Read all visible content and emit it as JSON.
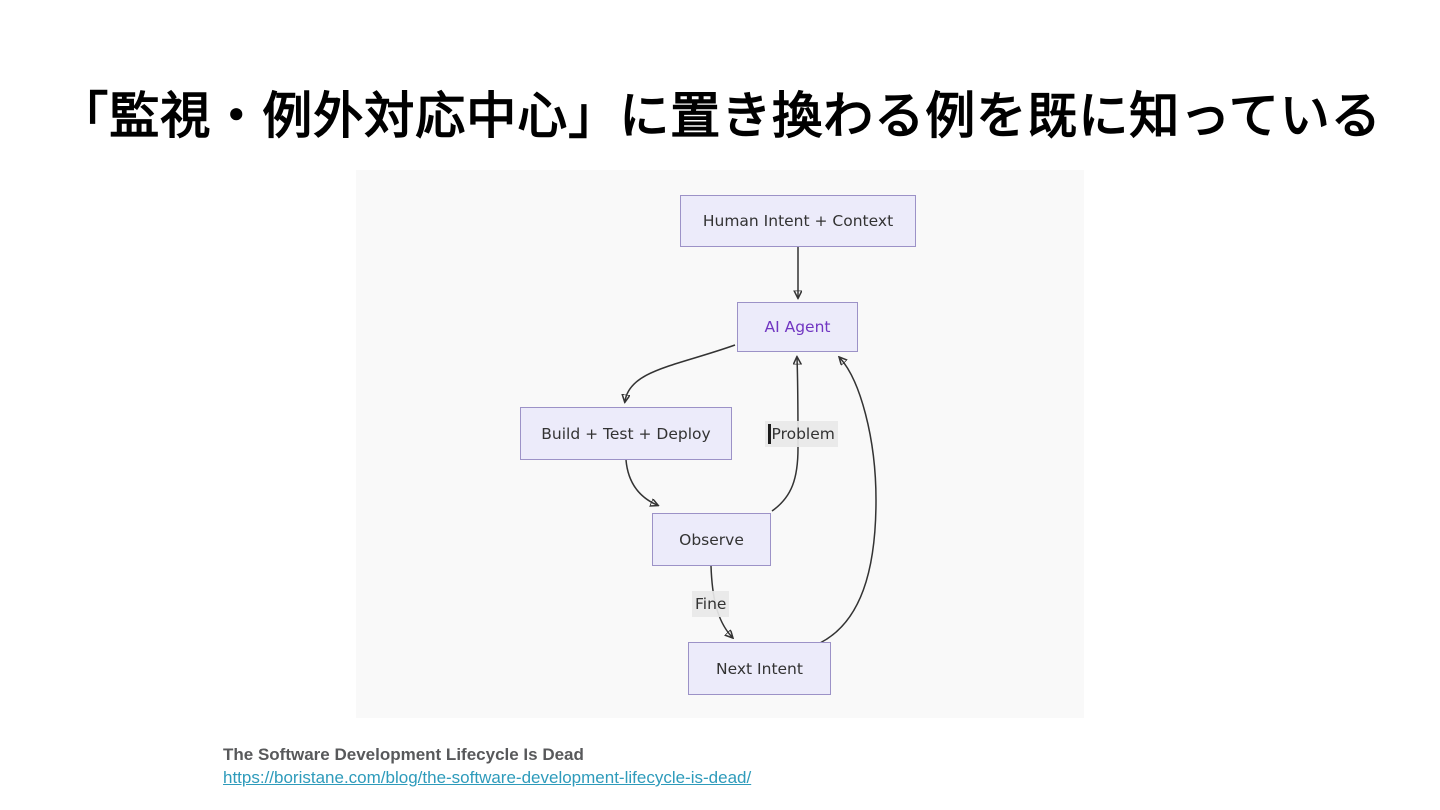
{
  "slide": {
    "title": "「監視・例外対応中心」に置き換わる例を既に知っている",
    "source": {
      "title": "The Software Development Lifecycle Is Dead",
      "url": "https://boristane.com/blog/the-software-development-lifecycle-is-dead/"
    }
  },
  "diagram": {
    "type": "flowchart",
    "direction": "top-down",
    "nodes": [
      {
        "id": "human",
        "label": "Human Intent + Context"
      },
      {
        "id": "agent",
        "label": "AI Agent"
      },
      {
        "id": "build",
        "label": "Build + Test + Deploy"
      },
      {
        "id": "observe",
        "label": "Observe"
      },
      {
        "id": "next",
        "label": "Next Intent"
      }
    ],
    "edges": [
      {
        "from": "human",
        "to": "agent",
        "label": ""
      },
      {
        "from": "agent",
        "to": "build",
        "label": ""
      },
      {
        "from": "build",
        "to": "observe",
        "label": ""
      },
      {
        "from": "observe",
        "to": "agent",
        "label": "Problem"
      },
      {
        "from": "observe",
        "to": "next",
        "label": "Fine"
      },
      {
        "from": "next",
        "to": "agent",
        "label": ""
      }
    ],
    "colors": {
      "panel_bg": "#f9f9f9",
      "node_fill": "#ecebfa",
      "node_border": "#9c92c7",
      "node_text": "#333333",
      "agent_text": "#7136c2",
      "edge_stroke": "#333333",
      "edge_label_bg": "#e8e8e8",
      "source_title_text": "#58595b",
      "link_text": "#2e9bbb",
      "title_text": "#000000"
    }
  }
}
